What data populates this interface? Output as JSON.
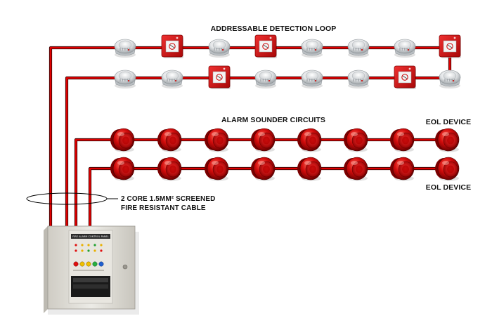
{
  "labels": {
    "detection_loop": "ADDRESSABLE DETECTION LOOP",
    "sounder_circuits": "ALARM SOUNDER CIRCUITS",
    "eol_device_top": "EOL DEVICE",
    "eol_device_bottom": "EOL DEVICE",
    "cable_line1": "2 CORE 1.5MM² SCREENED",
    "cable_line2": "FIRE RESISTANT CABLE"
  },
  "panel": {
    "header_text": "FIRE ALARM CONTROL PANEL"
  },
  "detection_rows": [
    [
      "smoke-detector",
      "manual-call-point",
      "smoke-detector",
      "manual-call-point",
      "smoke-detector",
      "smoke-detector",
      "smoke-detector",
      "manual-call-point"
    ],
    [
      "smoke-detector",
      "smoke-detector",
      "manual-call-point",
      "smoke-detector",
      "smoke-detector",
      "smoke-detector",
      "manual-call-point",
      "smoke-detector"
    ]
  ],
  "sounder_rows": [
    [
      "sounder",
      "sounder",
      "sounder",
      "sounder",
      "sounder",
      "sounder",
      "sounder",
      "sounder"
    ],
    [
      "sounder",
      "sounder",
      "sounder",
      "sounder",
      "sounder",
      "sounder",
      "sounder",
      "sounder"
    ]
  ],
  "colors": {
    "cable_red": "#e00000",
    "cable_dark": "#2a0505",
    "call_point_red": "#d41414",
    "sounder_red": "#d00a0a",
    "panel_body": "#e4e2dc"
  }
}
